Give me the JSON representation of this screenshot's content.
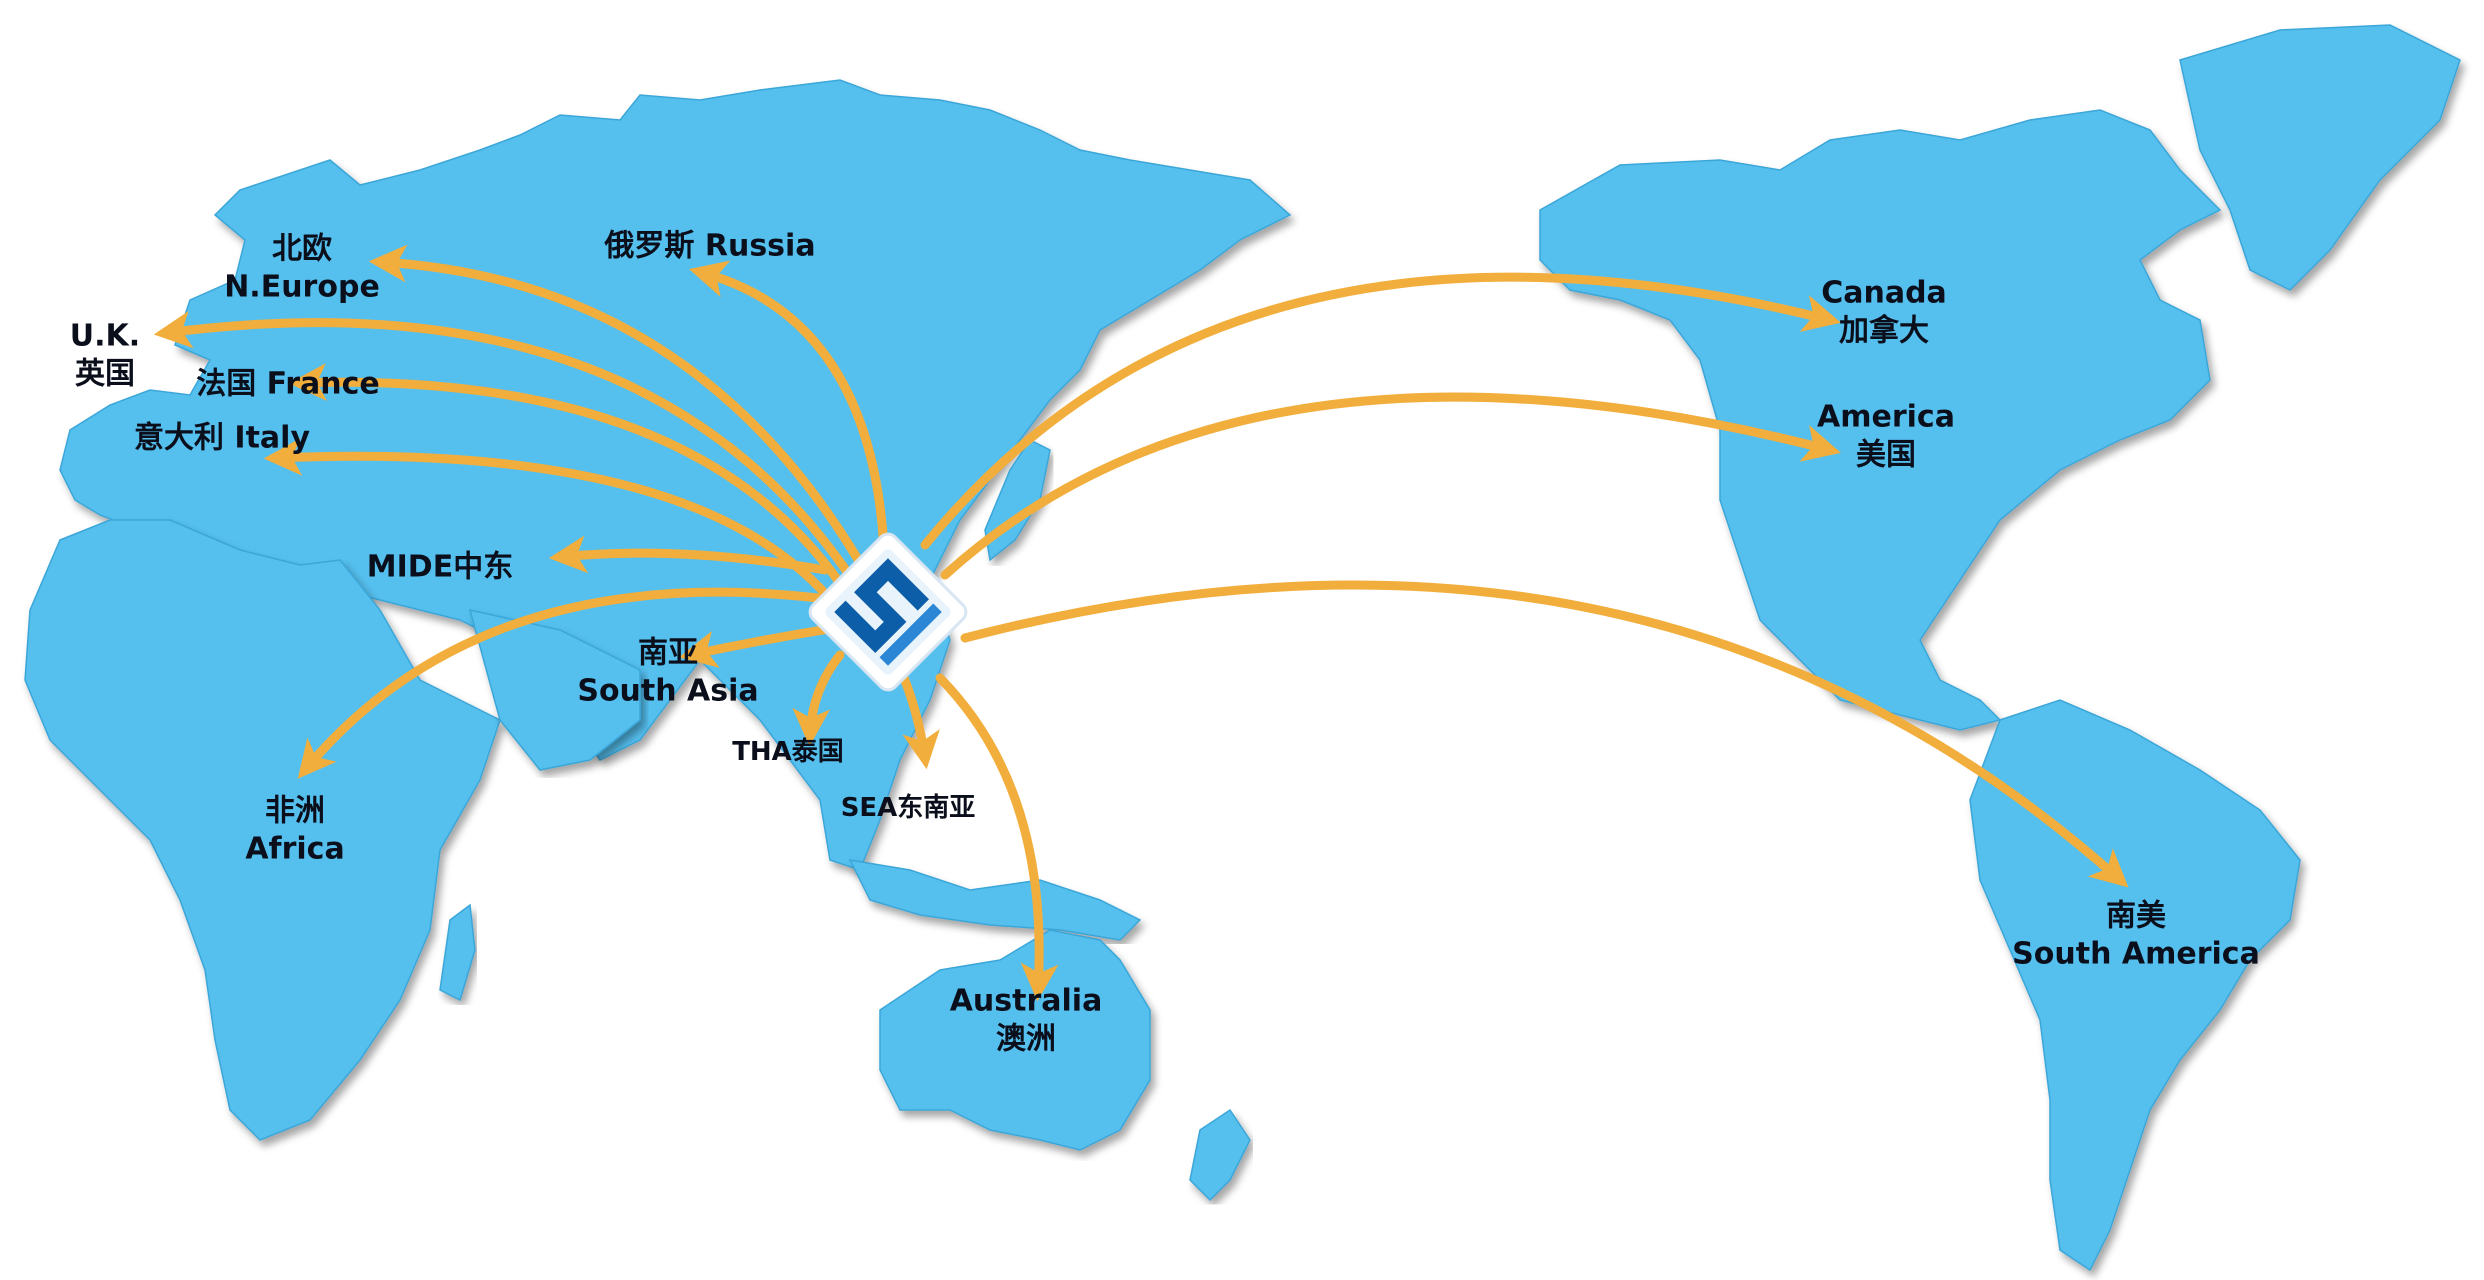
{
  "colors": {
    "land": "#55BFEE",
    "route": "#F2AE3C",
    "logo_dark": "#0d5ea8",
    "logo_light": "#2b86d6",
    "text": "#0b0f1c"
  },
  "hub": {
    "icon": "company-logo-icon"
  },
  "destinations": {
    "russia": "俄罗斯 Russia",
    "n_europe_cn": "北欧",
    "n_europe_en": "N.Europe",
    "uk_en": "U.K.",
    "uk_cn": "英国",
    "france": "法国 France",
    "italy": "意大利 Italy",
    "mide": "MIDE中东",
    "africa_cn": "非洲",
    "africa_en": "Africa",
    "south_asia_cn": "南亚",
    "south_asia_en": "South Asia",
    "tha": "THA泰国",
    "sea": "SEA东南亚",
    "australia_en": "Australia",
    "australia_cn": "澳洲",
    "canada_en": "Canada",
    "canada_cn": "加拿大",
    "america_en": "America",
    "america_cn": "美国",
    "south_america_cn": "南美",
    "south_america_en": "South America"
  }
}
